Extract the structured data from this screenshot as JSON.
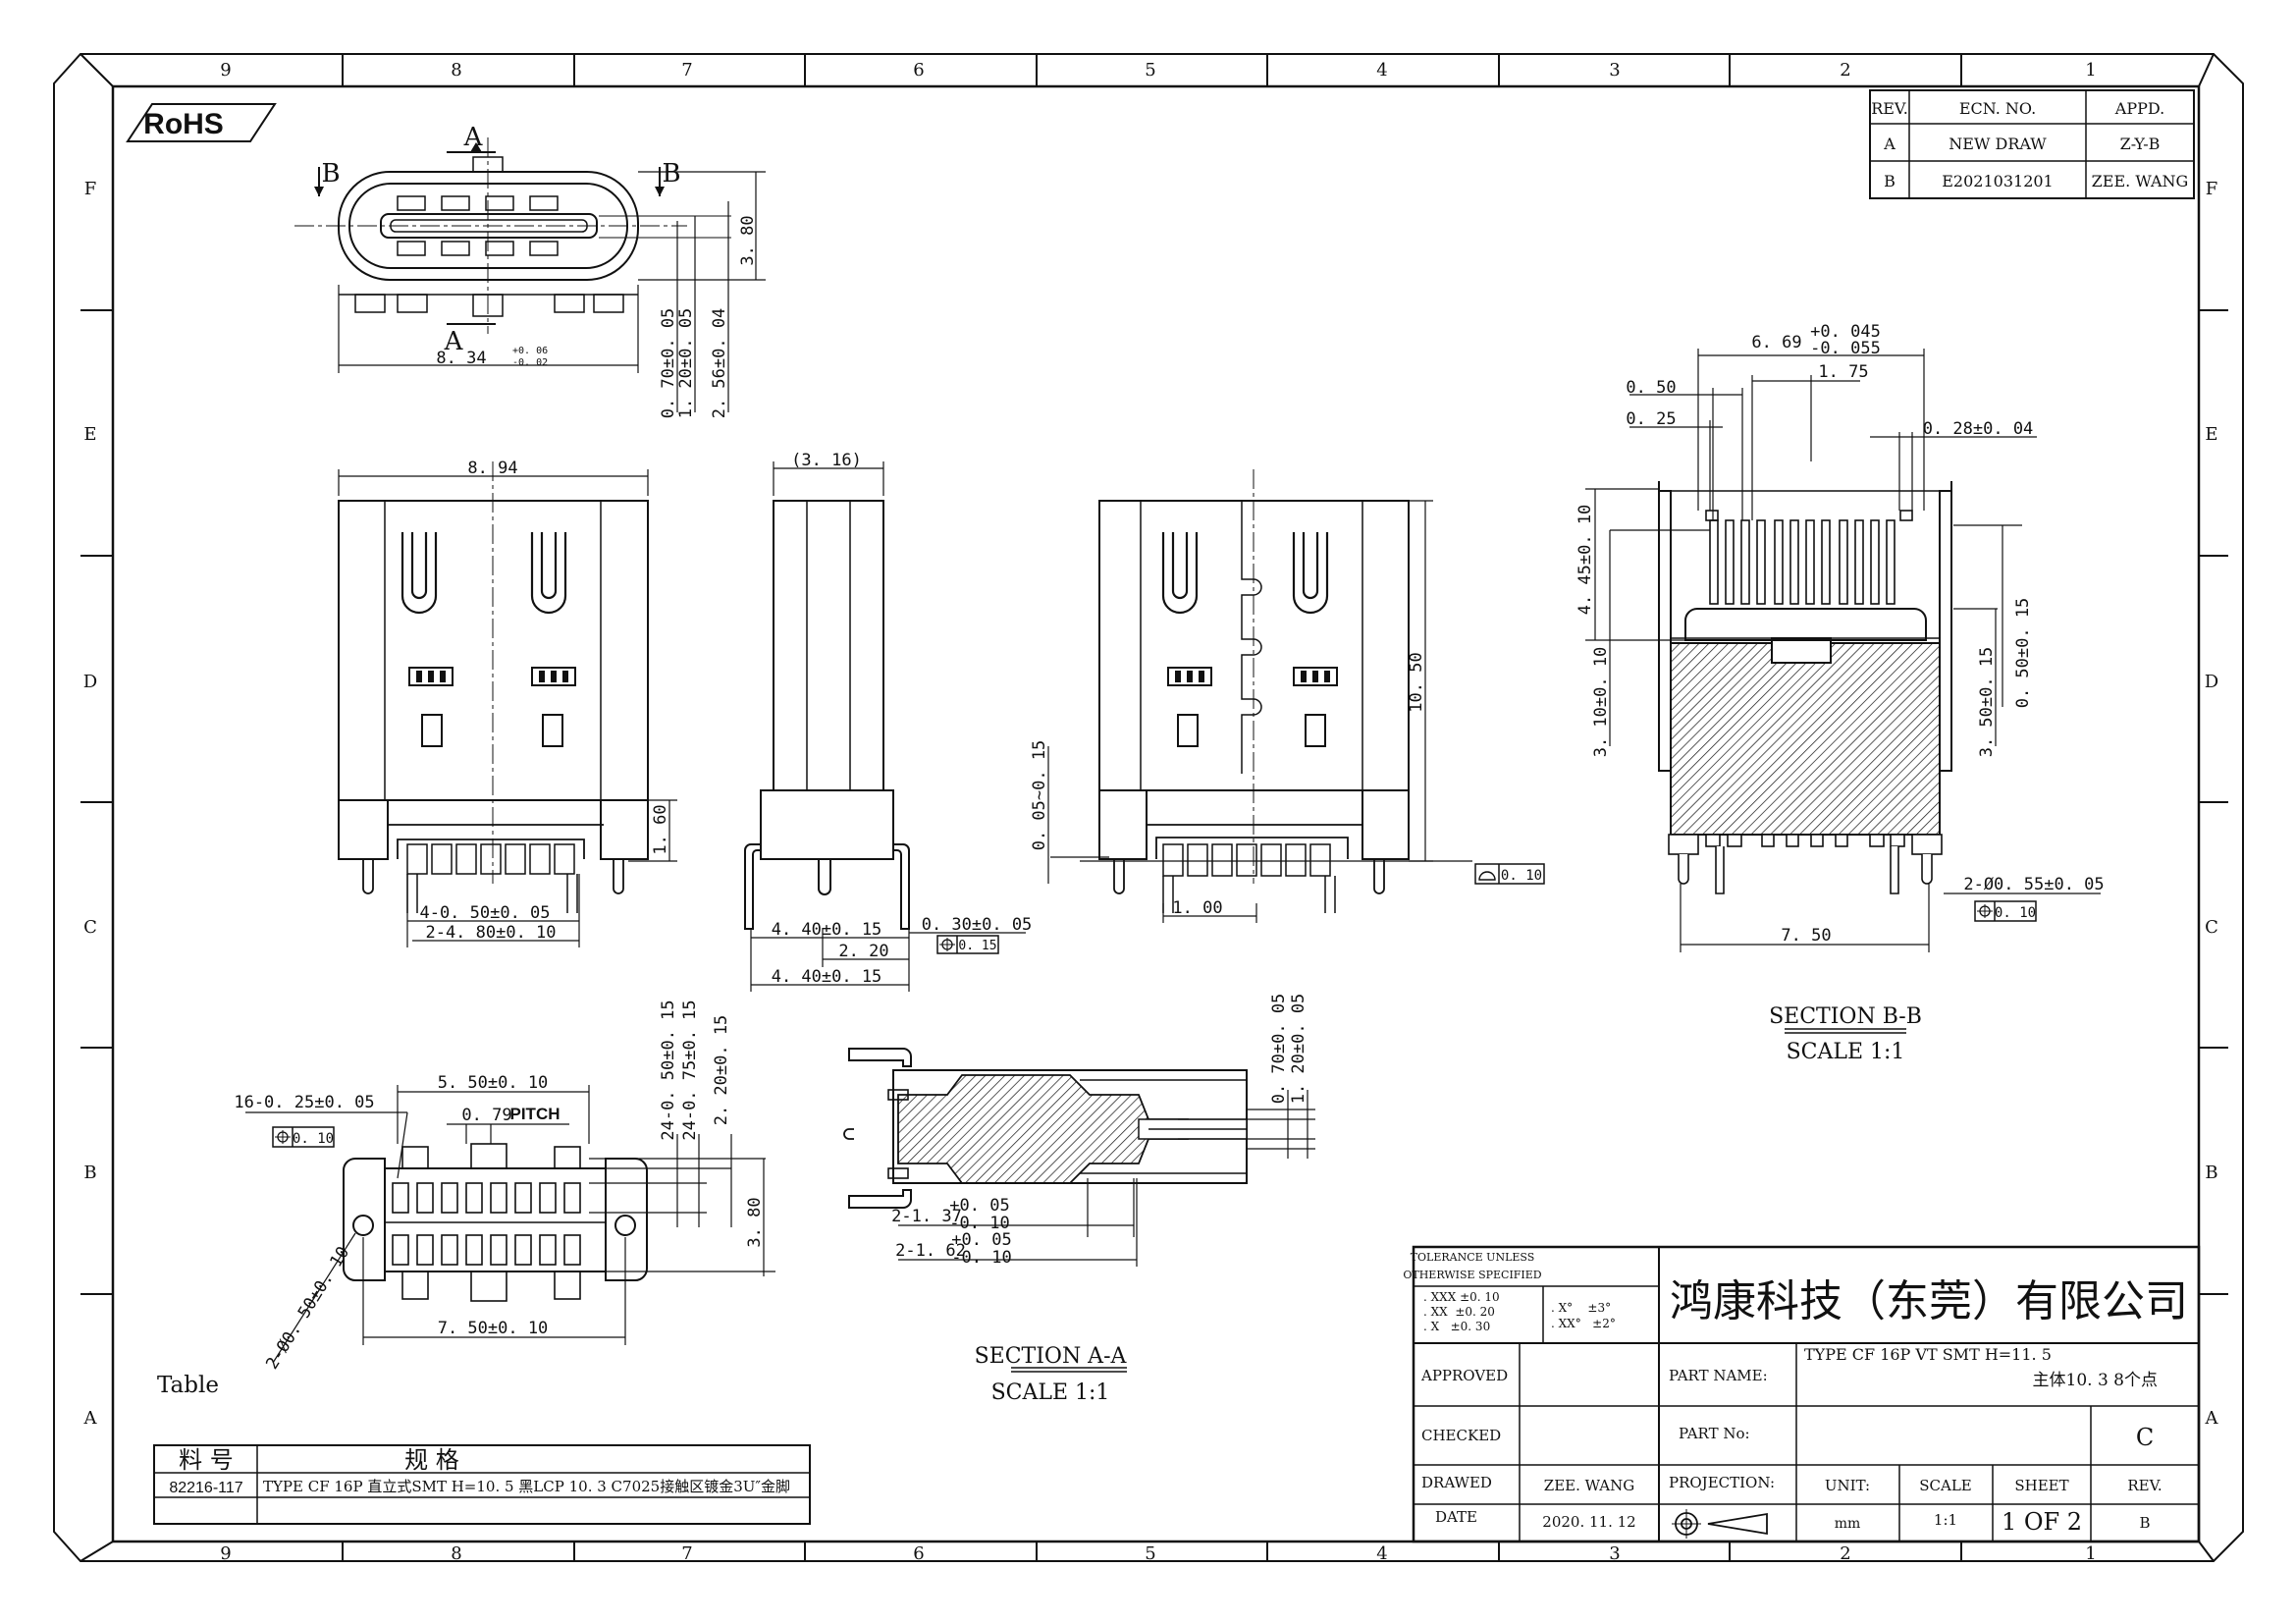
{
  "frame": {
    "column_labels": [
      "9",
      "8",
      "7",
      "6",
      "5",
      "4",
      "3",
      "2",
      "1"
    ],
    "row_labels": [
      "F",
      "E",
      "D",
      "C",
      "B",
      "A"
    ]
  },
  "rohs": "RoHS",
  "revision_table": {
    "headers": [
      "REV.",
      "ECN. NO.",
      "APPD."
    ],
    "rows": [
      [
        "A",
        "NEW DRAW",
        "Z-Y-B"
      ],
      [
        "B",
        "E2021031201",
        "ZEE. WANG"
      ]
    ]
  },
  "top_view": {
    "section_mark_a_top": "A",
    "section_mark_a_bottom": "A",
    "section_mark_b_left": "B",
    "section_mark_b_right": "B",
    "width_dim": "8. 34",
    "width_tol_plus": "+0. 06",
    "width_tol_minus": "-0. 02",
    "height_dim": "3. 80",
    "dim_070": "0. 70±0. 05",
    "dim_120": "1. 20±0. 05",
    "dim_256": "2. 56±0. 04"
  },
  "front_view": {
    "width": "8. 94",
    "height_160": "1. 60",
    "pins_dim_a": "4-0. 50±0. 05",
    "pins_dim_b": "2-4. 80±0. 10"
  },
  "side_view": {
    "top_dim": "(3. 16)",
    "dim_440a": "4. 40±0. 15",
    "dim_220": "2. 20",
    "dim_440b": "4. 40±0. 15",
    "dim_030": "0. 30±0. 05",
    "tol_015": "0. 15"
  },
  "rear_view": {
    "height": "10. 50",
    "offset": "0. 05~0. 15",
    "pitch": "1. 00",
    "flatness": "0. 10"
  },
  "section_bb": {
    "title": "SECTION B-B",
    "scale": "SCALE 1:1",
    "dim_669": "6. 69",
    "dim_669_plus": "+0. 045",
    "dim_669_minus": "-0. 055",
    "dim_175": "1. 75",
    "dim_050": "0. 50",
    "dim_025": "0. 25",
    "dim_028": "0. 28±0. 04",
    "dim_445": "4. 45±0. 10",
    "dim_310": "3. 10±0. 10",
    "dim_350": "3. 50±0. 15",
    "dim_050b": "0. 50±0. 15",
    "dim_055": "2-Ø0. 55±0. 05",
    "tol_010": "0. 10",
    "dim_750": "7. 50"
  },
  "bottom_view": {
    "dim_16": "16-0. 25±0. 05",
    "tol_010": "0. 10",
    "dim_550": "5. 50±0. 10",
    "pitch_val": "0. 79",
    "pitch_label": "PITCH",
    "dim_24a": "24-0. 50±0. 15",
    "dim_24b": "24-0. 75±0. 15",
    "dim_220": "2. 20±0. 15",
    "dim_380": "3. 80",
    "dim_750": "7. 50±0. 10",
    "dim_diag": "2-Ø0. 50±0. 10"
  },
  "section_aa": {
    "title": "SECTION A-A",
    "scale": "SCALE 1:1",
    "dim_070": "0. 70±0. 05",
    "dim_120": "1. 20±0. 05",
    "dim_137": "2-1. 37",
    "dim_137_plus": "+0. 05",
    "dim_137_minus": "-0. 10",
    "dim_162": "2-1. 62",
    "dim_162_plus": "+0. 05",
    "dim_162_minus": "-0. 10"
  },
  "part_table": {
    "label": "Table",
    "header_code": "料 号",
    "header_spec": "规   格",
    "code": "82216-117",
    "spec": "TYPE CF 16P 直立式SMT H=10. 5 黑LCP 10. 3 C7025接触区镀金3U″金脚"
  },
  "title_block": {
    "tolerance_title_1": "TOLERANCE UNLESS",
    "tolerance_title_2": "OTHERWISE SPECIFIED",
    "tol_xxx": ". XXX ±0. 10",
    "tol_xx": ". XX  ±0. 20",
    "tol_x": ". X   ±0. 30",
    "tol_ang1": ". X°    ±3°",
    "tol_ang2": ". XX°   ±2°",
    "company": "鸿康科技（东莞）有限公司",
    "approved": "APPROVED",
    "checked": "CHECKED",
    "drawed": "DRAWED",
    "date_label": "DATE",
    "drawer": "ZEE. WANG",
    "date": "2020. 11. 12",
    "part_name_label": "PART NAME:",
    "part_name": "TYPE CF 16P VT SMT H=11. 5",
    "part_name_2": "主体10. 3  8个点",
    "part_no_label": "PART No:",
    "part_letter": "C",
    "projection": "PROJECTION:",
    "unit_label": "UNIT:",
    "unit": "mm",
    "scale_label": "SCALE",
    "scale": "1:1",
    "sheet_label": "SHEET",
    "sheet": "1 OF 2",
    "rev_label": "REV.",
    "rev": "B"
  }
}
